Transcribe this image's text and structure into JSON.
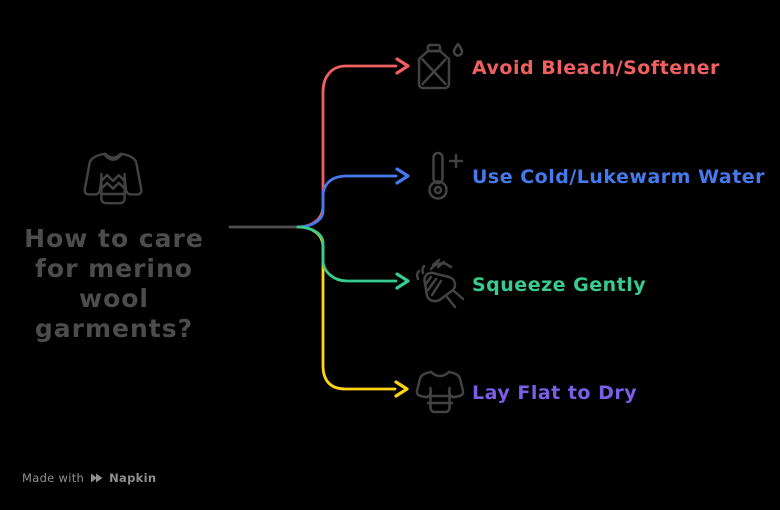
{
  "title": {
    "full_text": "How to care for merino wool garments?",
    "lines": [
      "How to care",
      "for merino",
      "wool",
      "garments?"
    ]
  },
  "central_icon": "sweater-icon",
  "branches": [
    {
      "label": "Avoid Bleach/Softener",
      "color": "#f06060",
      "icon": "bleach-bottle-icon"
    },
    {
      "label": "Use Cold/Lukewarm Water",
      "color": "#4579ec",
      "icon": "thermometer-icon"
    },
    {
      "label": "Squeeze Gently",
      "color": "#38cb8e",
      "icon": "hand-squeeze-icon"
    },
    {
      "label": "Lay Flat to Dry",
      "color": "#7a5ee8",
      "icon": "flat-shirt-icon"
    }
  ],
  "connector_colors": {
    "trunk": "#4f4f4f",
    "branch_1": "#f06060",
    "branch_2": "#4579ec",
    "branch_3": "#38cb8e",
    "branch_4": "#ffd417"
  },
  "style_colors": {
    "background": "#000000",
    "icon_stroke": "#424242",
    "title_text": "#4c4c4c",
    "footer_text": "#8f8f8f"
  },
  "footer": {
    "made_with": "Made with",
    "brand": "Napkin",
    "icon": "napkin-logo-icon"
  }
}
